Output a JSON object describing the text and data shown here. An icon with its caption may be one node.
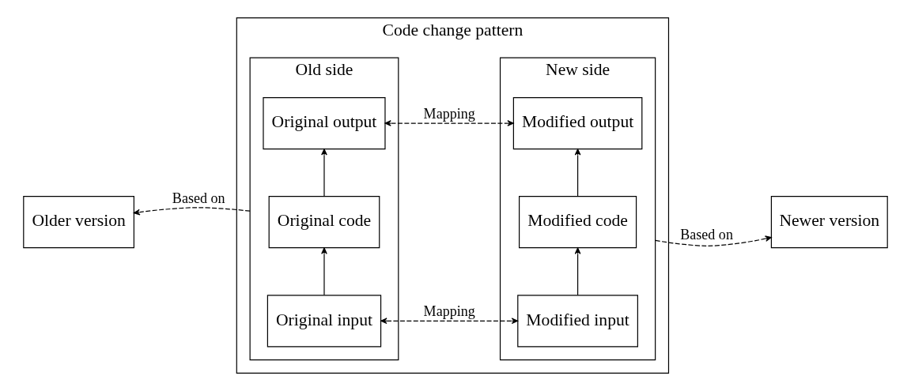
{
  "diagram": {
    "nodes": [
      {
        "text": [
          "Code change pattern"
        ]
      },
      {
        "text": [
          "Old side"
        ],
        "in": 0
      },
      {
        "text": [
          "Original input"
        ],
        "in": 1
      },
      {
        "text": [
          "Original code"
        ],
        "in": 1
      },
      {
        "text": [
          "Original output"
        ],
        "in": 1
      },
      {
        "text": [
          "New side"
        ],
        "in": 0
      },
      {
        "text": [
          "Modified input"
        ],
        "in": 5
      },
      {
        "text": [
          "Modified code"
        ],
        "in": 5
      },
      {
        "text": [
          "Modified output"
        ],
        "in": 5
      },
      {
        "text": [
          "Older version"
        ]
      },
      {
        "text": [
          "Newer version"
        ]
      }
    ],
    "edges": [
      {
        "from": 2,
        "to": 3,
        "arrow": "to"
      },
      {
        "from": 3,
        "to": 4,
        "arrow": "to"
      },
      {
        "from": 6,
        "to": 7,
        "arrow": "to"
      },
      {
        "from": 7,
        "to": 8,
        "arrow": "to"
      },
      {
        "from": 2,
        "to": 6,
        "arrow": "both",
        "label": "Mapping",
        "style": "dashed"
      },
      {
        "from": 4,
        "to": 8,
        "arrow": "both",
        "label": "Mapping",
        "style": "dashed"
      },
      {
        "from": 1,
        "to": 9,
        "arrow": "to",
        "label": "Based on",
        "style": "dashed"
      },
      {
        "from": 5,
        "to": 10,
        "arrow": "to",
        "label": "Based on",
        "style": "dashed"
      }
    ]
  }
}
